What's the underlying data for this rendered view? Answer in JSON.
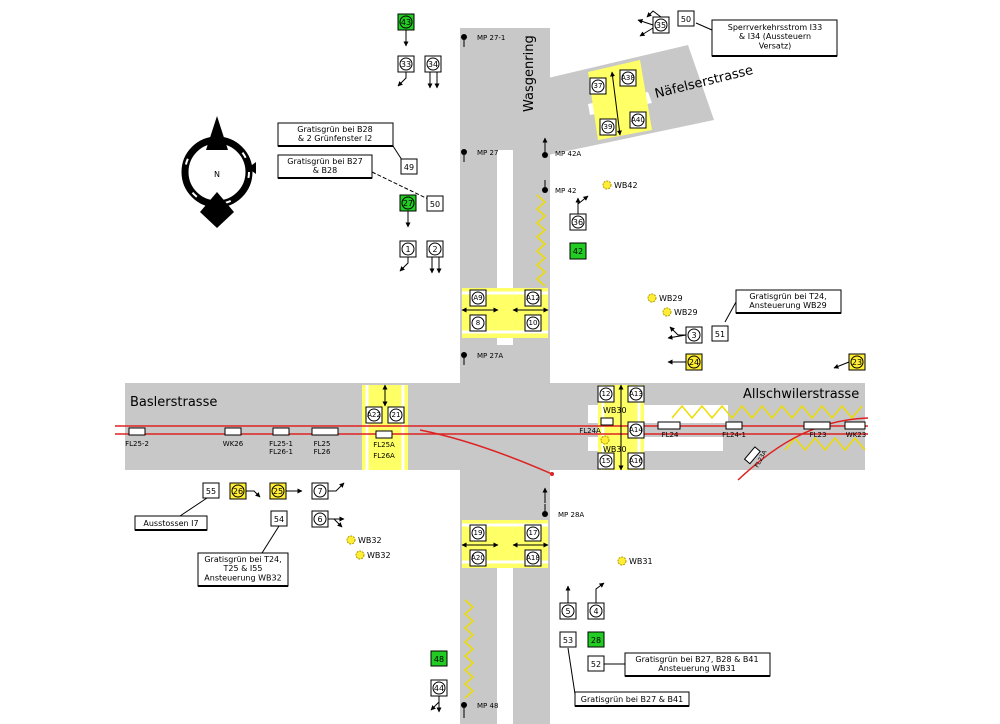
{
  "streets": {
    "wasgenring": "Wasgenring",
    "naefelserstrasse": "Näfelserstrasse",
    "baslerstrasse": "Baslerstrasse",
    "allschwilerstrasse": "Allschwilerstrasse"
  },
  "compass": {
    "north_label": "N"
  },
  "notes": {
    "n49": "Gratisgrün bei B28|& 2 Grünfenster I2",
    "n50": "Gratisgrün bei B27|& B28",
    "n_sperr": "Sperrverkehrsstrom I33|& I34 (Aussteuern|Versatz)",
    "n51": "Gratisgrün bei T24,|Ansteuerung WB29",
    "n_i7": "Ausstossen I7",
    "n54": "Gratisgrün bei T24,|T25 & I55|Ansteuerung WB32",
    "n52": "Gratisgrün bei B27, B28 & B41|Ansteuerung WB31",
    "n53": "Gratisgrün bei B27 & B41"
  },
  "numbered_boxes": {
    "b49": "49",
    "b50": "50",
    "b51": "51",
    "b52": "52",
    "b53": "53",
    "b54": "54",
    "b55": "55",
    "b35": "35"
  },
  "signals_white": {
    "s33": "33",
    "s34": "34",
    "s1": "1",
    "s2": "2",
    "s36": "36",
    "s3": "3",
    "s7": "7",
    "s6": "6",
    "s5": "5",
    "s4": "4",
    "s44": "44"
  },
  "signals_green": {
    "g43": "43",
    "g27": "27",
    "g42": "42",
    "g28": "28",
    "g48": "48"
  },
  "signals_yellow": {
    "y24": "24",
    "y23": "23",
    "y26": "26",
    "y25": "25"
  },
  "crossing_heads": {
    "a9": "A9",
    "c8": "8",
    "a12": "A12",
    "c10": "10",
    "a22": "A22",
    "c21": "21",
    "c12": "12",
    "a13": "A13",
    "a14": "A14",
    "c15": "15",
    "a16": "A16",
    "c19": "19",
    "a20": "A20",
    "c17": "17",
    "a18": "A18",
    "c37": "37",
    "a38": "A38",
    "c39": "39",
    "a40": "A40"
  },
  "measure_points": {
    "mp27_1": "MP 27-1",
    "mp27": "MP 27",
    "mp42a": "MP 42A",
    "mp42": "MP 42",
    "mp27a": "MP 27A",
    "mp28a": "MP 28A",
    "mp48": "MP 48"
  },
  "loops": {
    "fl25_2": "FL25-2",
    "wk26": "WK26",
    "fl25_1": "FL25-1|FL26-1",
    "fl25": "FL25|FL26",
    "fl25a": "FL25A",
    "fl26a": "FL26A",
    "fl24a": "FL24A",
    "fl24": "FL24",
    "fl24_1": "FL24-1",
    "fl23": "FL23",
    "wk23": "WK23",
    "fl23a": "FL23A"
  },
  "wait_buttons": {
    "wb42": "WB42",
    "wb29a": "WB29",
    "wb29b": "WB29",
    "wb30a": "WB30",
    "wb30b": "WB30",
    "wb32a": "WB32",
    "wb32b": "WB32",
    "wb31": "WB31"
  },
  "colors": {
    "road": "#c8c8c8",
    "crossing": "#ffff66",
    "signal_green": "#22cc22",
    "signal_yellow": "#ffee33",
    "tram_line": "#dd2222"
  }
}
